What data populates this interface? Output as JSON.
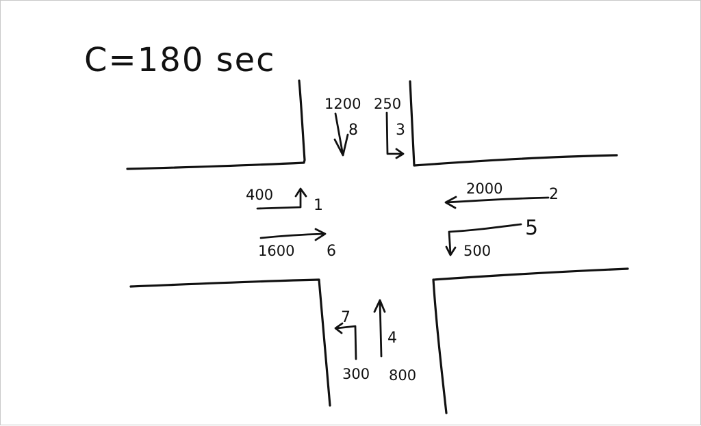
{
  "title": "C=180 sec",
  "approaches": {
    "southbound": {
      "through": {
        "volume": "1200",
        "movement": "8"
      },
      "right": {
        "volume": "250",
        "movement": "3"
      }
    },
    "eastbound": {
      "left": {
        "volume": "400",
        "movement": "1"
      },
      "through": {
        "volume": "1600",
        "movement": "6"
      }
    },
    "westbound": {
      "through": {
        "volume": "2000",
        "movement": "2"
      },
      "left": {
        "volume": "500",
        "movement": "5"
      }
    },
    "northbound": {
      "left": {
        "volume": "300",
        "movement": "7"
      },
      "through": {
        "volume": "800",
        "movement": "4"
      }
    }
  },
  "colors": {
    "ink": "#111111",
    "paper": "#ffffff",
    "frame": "#c8c8c8"
  }
}
